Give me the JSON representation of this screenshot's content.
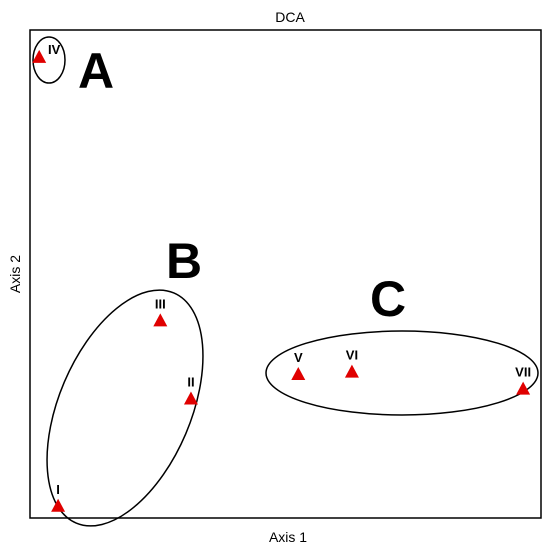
{
  "chart_data": {
    "type": "scatter",
    "title": "DCA",
    "xlabel": "Axis 1",
    "ylabel": "Axis 2",
    "grid": false,
    "xlim": [
      0,
      100
    ],
    "ylim": [
      0,
      100
    ],
    "marker_color": "#e00000",
    "marker_shape": "triangle",
    "points": [
      {
        "label": "I",
        "x": 5.5,
        "y": 2.5
      },
      {
        "label": "II",
        "x": 31.5,
        "y": 24.5
      },
      {
        "label": "III",
        "x": 25.5,
        "y": 40.5
      },
      {
        "label": "IV",
        "x": 1.8,
        "y": 94.5
      },
      {
        "label": "V",
        "x": 52.5,
        "y": 29.5
      },
      {
        "label": "VI",
        "x": 63.0,
        "y": 30.0
      },
      {
        "label": "VII",
        "x": 96.5,
        "y": 26.5
      }
    ],
    "groups": [
      {
        "label": "A",
        "members": [
          "IV"
        ]
      },
      {
        "label": "B",
        "members": [
          "I",
          "II",
          "III"
        ]
      },
      {
        "label": "C",
        "members": [
          "V",
          "VI",
          "VII"
        ]
      }
    ]
  }
}
